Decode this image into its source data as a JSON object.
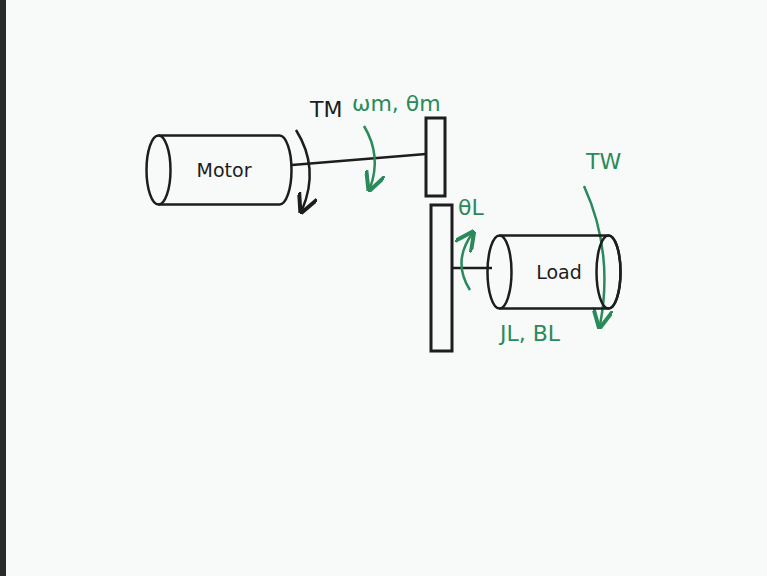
{
  "diagram": {
    "nodes": [
      {
        "text": [
          "Motor"
        ]
      },
      {
        "text": [
          "Load"
        ]
      }
    ],
    "labels": [
      "TM",
      "ωm, θm",
      "θL",
      "TW",
      "JL, BL"
    ]
  }
}
